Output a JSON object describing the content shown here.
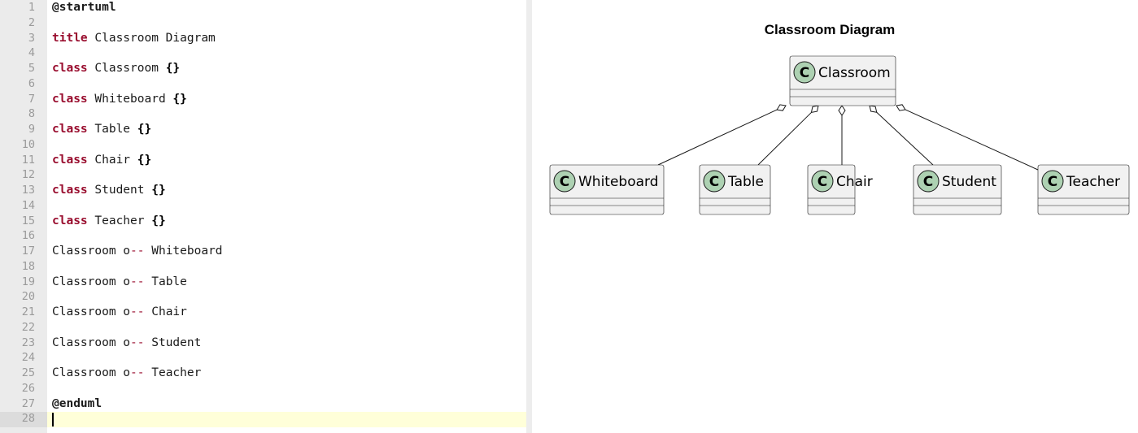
{
  "editor": {
    "line_numbers": [
      "1",
      "2",
      "3",
      "4",
      "5",
      "6",
      "7",
      "8",
      "9",
      "10",
      "11",
      "12",
      "13",
      "14",
      "15",
      "16",
      "17",
      "18",
      "19",
      "20",
      "21",
      "22",
      "23",
      "24",
      "25",
      "26",
      "27",
      "28"
    ],
    "lines": [
      {
        "keyword": "",
        "text": "@startuml",
        "brace": ""
      },
      {
        "keyword": "title",
        "text": " Classroom Diagram",
        "brace": ""
      },
      {
        "keyword": "class",
        "text": " Classroom ",
        "brace": "{}"
      },
      {
        "keyword": "class",
        "text": " Whiteboard ",
        "brace": "{}"
      },
      {
        "keyword": "class",
        "text": " Table ",
        "brace": "{}"
      },
      {
        "keyword": "class",
        "text": " Chair ",
        "brace": "{}"
      },
      {
        "keyword": "class",
        "text": " Student ",
        "brace": "{}"
      },
      {
        "keyword": "class",
        "text": " Teacher ",
        "brace": "{}"
      },
      {
        "from": "Classroom o",
        "arrow": "--",
        "to": " Whiteboard"
      },
      {
        "from": "Classroom o",
        "arrow": "--",
        "to": " Table"
      },
      {
        "from": "Classroom o",
        "arrow": "--",
        "to": " Chair"
      },
      {
        "from": "Classroom o",
        "arrow": "--",
        "to": " Student"
      },
      {
        "from": "Classroom o",
        "arrow": "--",
        "to": " Teacher"
      },
      {
        "keyword": "",
        "text": "@enduml",
        "brace": ""
      }
    ]
  },
  "diagram": {
    "title": "Classroom Diagram",
    "stereotype_letter": "C",
    "classes": [
      "Classroom",
      "Whiteboard",
      "Table",
      "Chair",
      "Student",
      "Teacher"
    ],
    "relation": "aggregation",
    "colors": {
      "box_fill": "#f1f1f1",
      "box_stroke": "#181818",
      "circle_fill": "#add1b2",
      "line": "#181818",
      "keyword": "#990d2e",
      "active_line": "#ffffd9"
    }
  }
}
